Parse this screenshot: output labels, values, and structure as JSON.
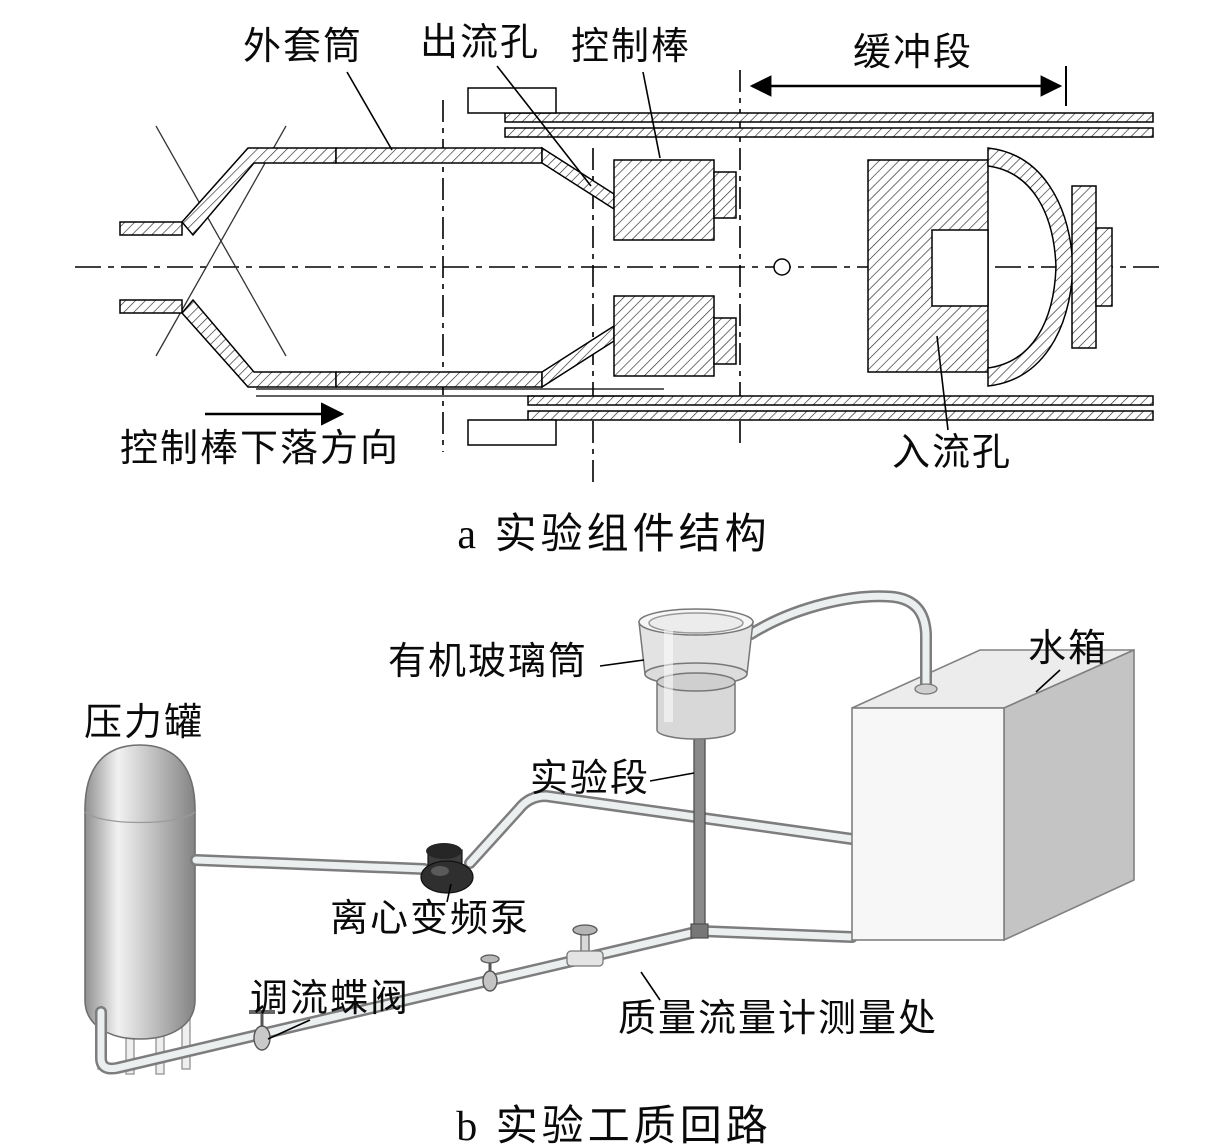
{
  "figure": {
    "panel_a": {
      "caption": "a 实验组件结构",
      "labels": {
        "outer_sleeve": "外套筒",
        "outflow_hole": "出流孔",
        "control_rod": "控制棒",
        "buffer_section": "缓冲段",
        "drop_direction": "控制棒下落方向",
        "inflow_hole": "入流孔"
      }
    },
    "panel_b": {
      "caption": "b 实验工质回路",
      "labels": {
        "pressure_tank": "压力罐",
        "plexiglass_cylinder": "有机玻璃筒",
        "water_tank": "水箱",
        "test_section": "实验段",
        "centrifugal_pump": "离心变频泵",
        "butterfly_valve": "调流蝶阀",
        "mass_flowmeter": "质量流量计测量处"
      }
    },
    "colors": {
      "ink": "#0a0a0a",
      "metal_light": "#ececec",
      "metal_mid": "#c4c4c4",
      "metal_dark": "#8a8a8a",
      "pump_dark": "#2f2f2f"
    }
  }
}
